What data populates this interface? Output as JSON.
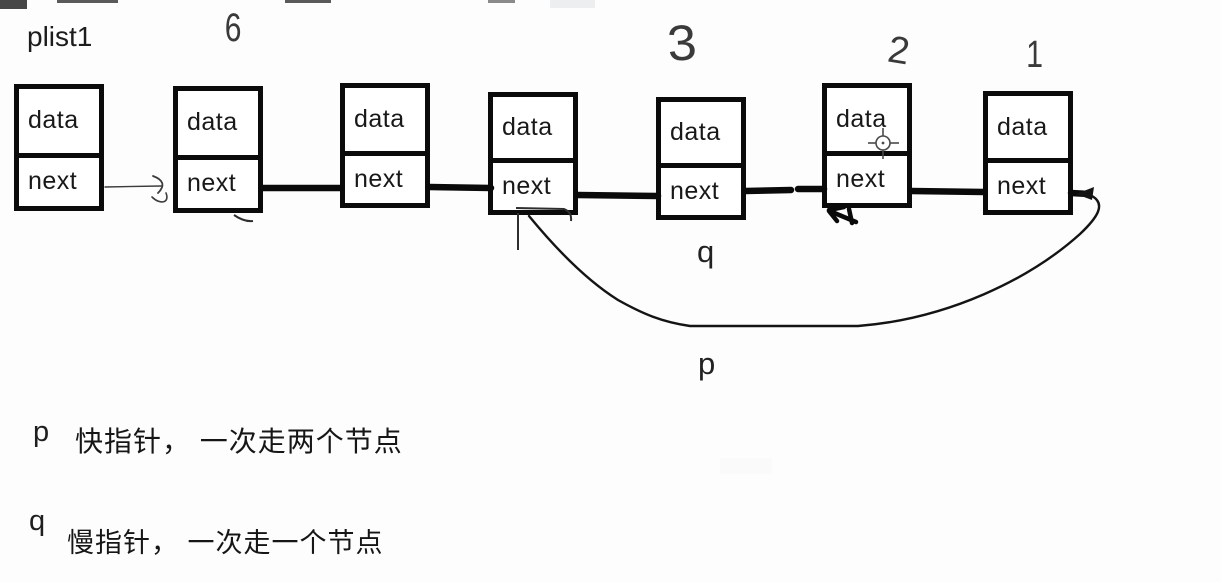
{
  "header": {
    "list_label": "plist1"
  },
  "nodes": [
    {
      "data_label": "data",
      "next_label": "next"
    },
    {
      "data_label": "data",
      "next_label": "next"
    },
    {
      "data_label": "data",
      "next_label": "next"
    },
    {
      "data_label": "data",
      "next_label": "next"
    },
    {
      "data_label": "data",
      "next_label": "next"
    },
    {
      "data_label": "data",
      "next_label": "next"
    },
    {
      "data_label": "data",
      "next_label": "next"
    }
  ],
  "handwritten_marks": {
    "count_6": "6",
    "count_3": "3",
    "count_2": "2",
    "count_1": "1"
  },
  "pointers": {
    "slow_label": "q",
    "fast_label": "p"
  },
  "legend": {
    "fast": {
      "pointer": "p",
      "description": "快指针， 一次走两个节点"
    },
    "slow": {
      "pointer": "q",
      "description": "慢指针， 一次走一个节点"
    }
  },
  "colors": {
    "ink": "#0b0b0b",
    "pen": "#333333",
    "background": "#fdfdfd"
  }
}
